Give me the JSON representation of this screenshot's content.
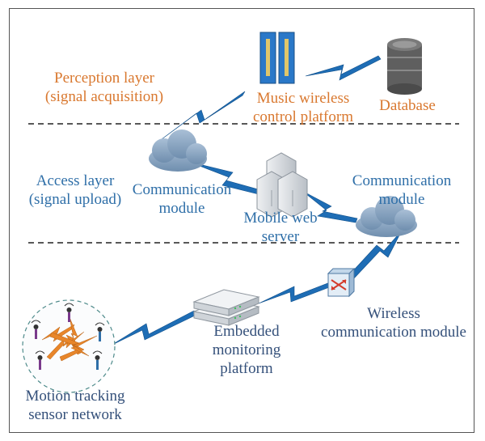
{
  "layers": {
    "perception": {
      "line1": "Perception layer",
      "line2": "(signal acquisition)"
    },
    "access": {
      "line1": "Access layer",
      "line2": "(signal upload)"
    }
  },
  "nodes": {
    "music_platform": {
      "line1": "Music wireless",
      "line2": "control platform"
    },
    "database": {
      "label": "Database"
    },
    "comm_module_left": {
      "line1": "Communication",
      "line2": "module"
    },
    "mobile_web_server": {
      "line1": "Mobile web",
      "line2": "server"
    },
    "comm_module_right": {
      "line1": "Communication",
      "line2": "module"
    },
    "wireless_comm_module": {
      "line1": "Wireless",
      "line2": "communication module"
    },
    "embedded_platform": {
      "line1": "Embedded",
      "line2": "monitoring",
      "line3": "platform"
    },
    "sensor_network": {
      "line1": "Motion tracking",
      "line2": "sensor network"
    }
  },
  "colors": {
    "layer_title": "#d9782f",
    "node_label": "#2f6fa8",
    "link_bolt": "#1e6db5",
    "cloud": "#8ea9c4",
    "server": "#d5d9de",
    "music_device": "#2a78c8",
    "database": "#6b6b6b"
  }
}
